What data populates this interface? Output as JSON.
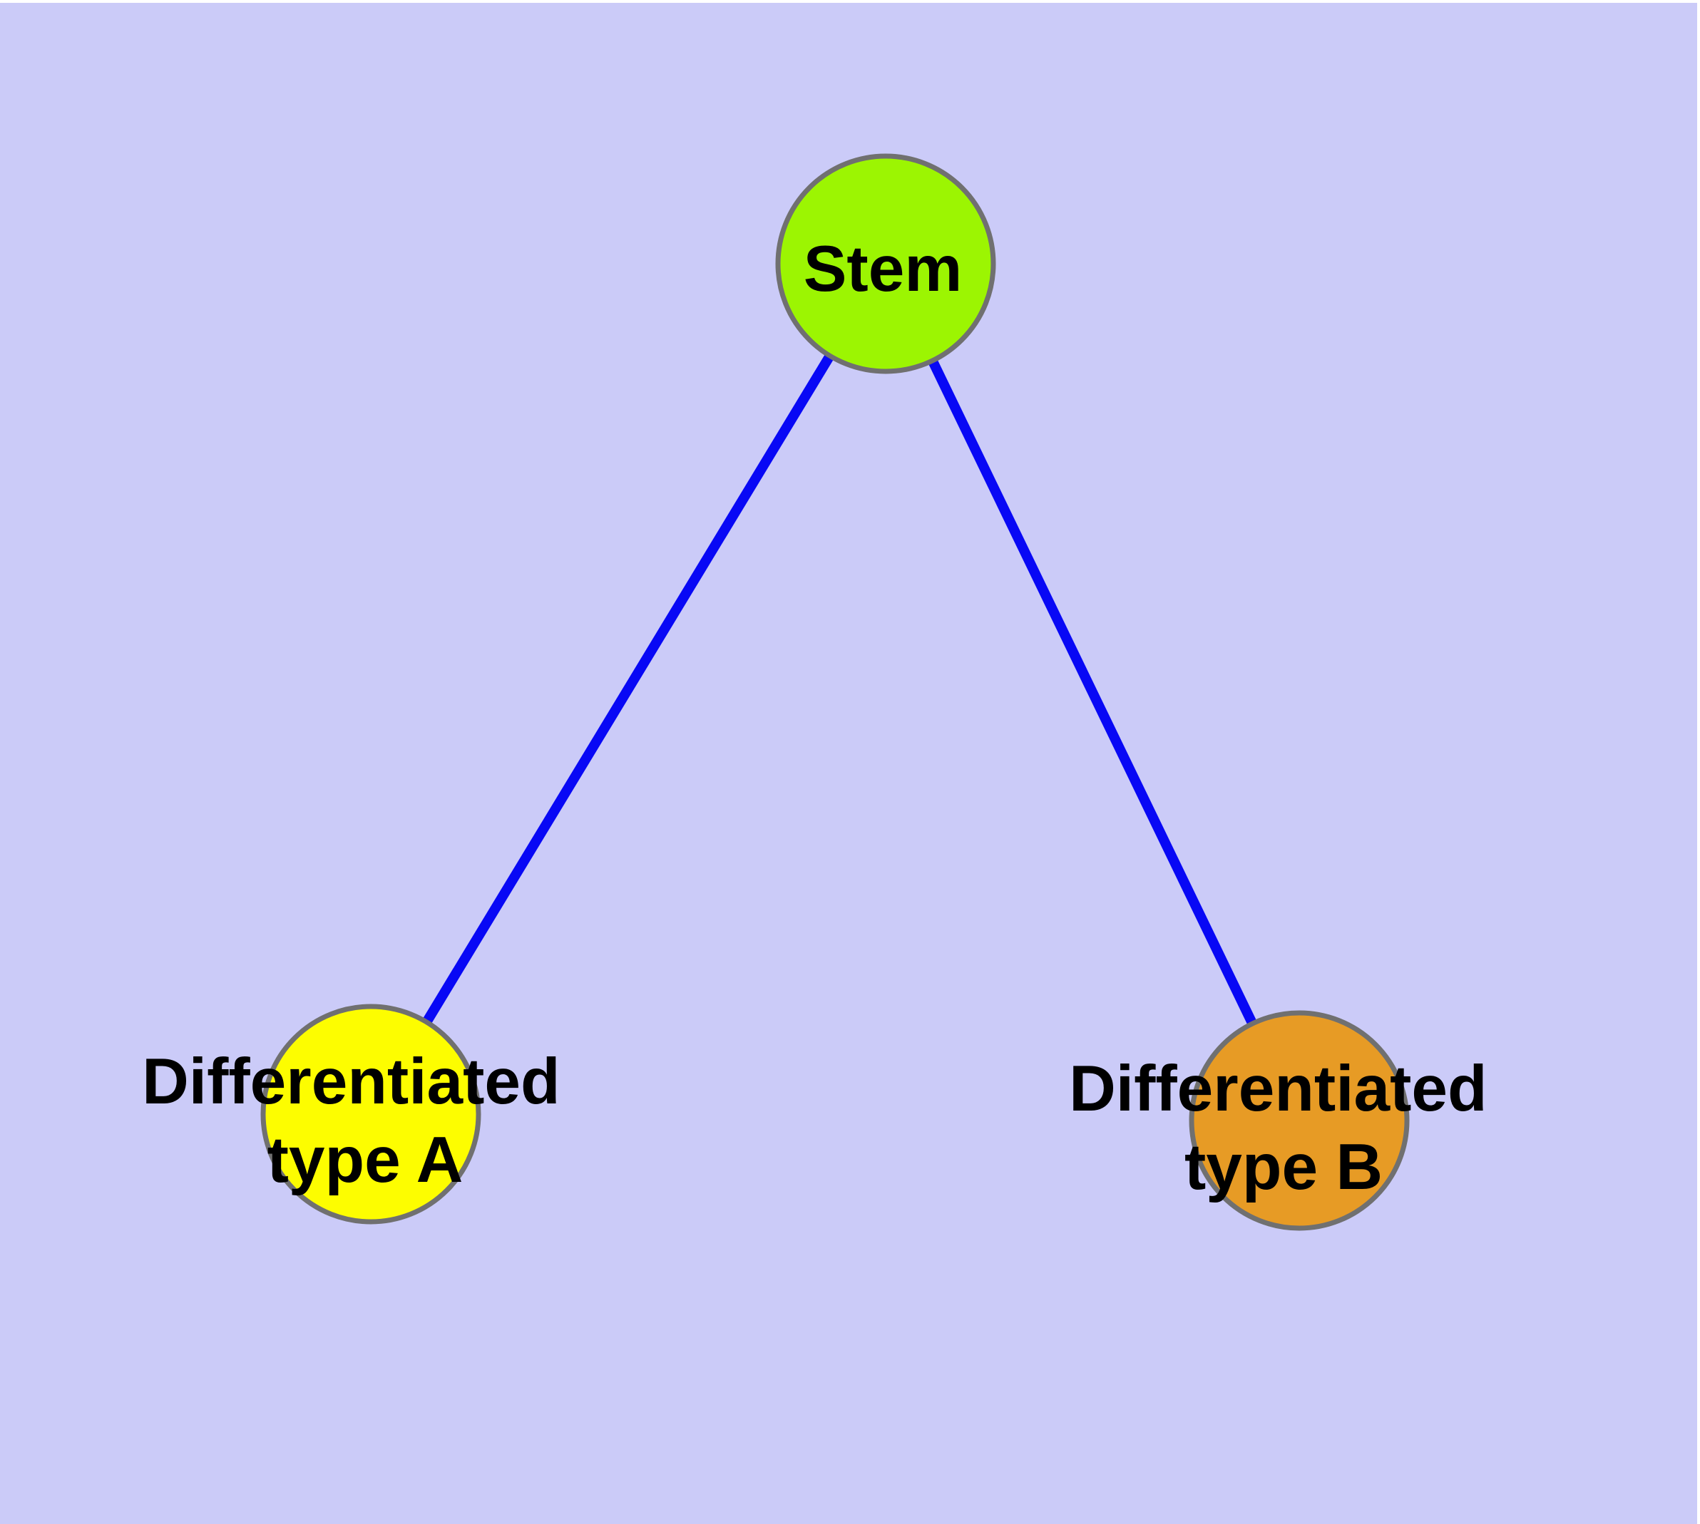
{
  "diagram": {
    "background_color": "#cbcbf8",
    "margin_color": "#ffffff",
    "edge_color": "#0808f5",
    "node_border_color": "#707070",
    "text_color": "#000000"
  },
  "nodes": [
    {
      "id": "stem",
      "label": "Stem",
      "lines": [
        "Stem"
      ],
      "color": "#9cf502"
    },
    {
      "id": "differentiated-type-a",
      "label": "Differentiated type A",
      "lines": [
        "Differentiated",
        "type A"
      ],
      "color": "#fdfd00"
    },
    {
      "id": "differentiated-type-b",
      "label": "Differentiated type B",
      "lines": [
        "Differentiated",
        "type B"
      ],
      "color": "#e79b25"
    }
  ],
  "edges": [
    {
      "from": "stem",
      "to": "differentiated-type-a"
    },
    {
      "from": "stem",
      "to": "differentiated-type-b"
    }
  ]
}
